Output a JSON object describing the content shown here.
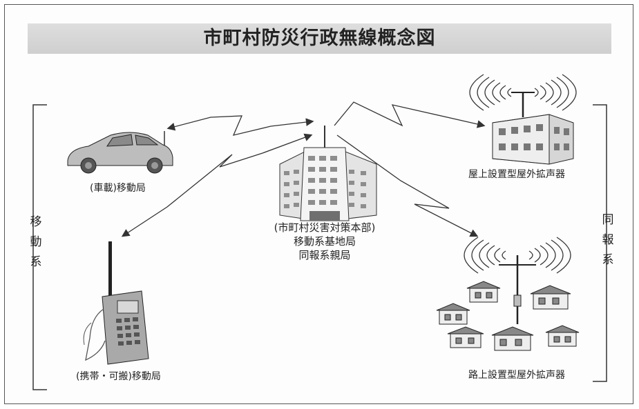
{
  "title": "市町村防災行政無線概念図",
  "left_group": [
    "移",
    "動",
    "系"
  ],
  "right_group": [
    "同",
    "報",
    "系"
  ],
  "center": {
    "line1": "(市町村災害対策本部)",
    "line2": "移動系基地局",
    "line3": "同報系親局"
  },
  "nodes": {
    "car": "(車載)移動局",
    "handheld": "(携帯・可搬)移動局",
    "rooftop": "屋上設置型屋外拡声器",
    "roadside": "路上設置型屋外拡声器"
  }
}
